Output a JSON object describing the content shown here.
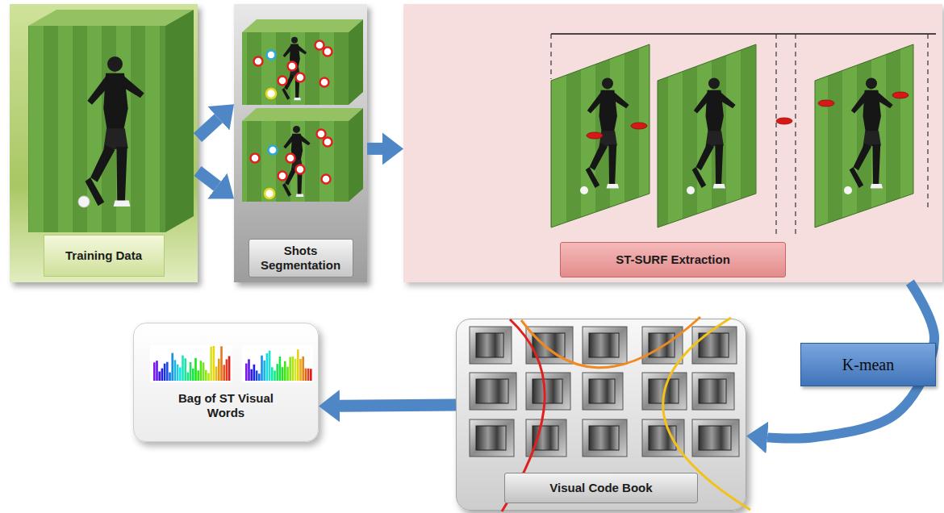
{
  "diagram": {
    "nodes": [
      {
        "text": [
          "Training Data"
        ]
      },
      {
        "text": [
          "Shots Segmentation"
        ]
      },
      {
        "text": [
          "ST-SURF Extraction"
        ]
      },
      {
        "text": [
          "Visual Code Book"
        ]
      },
      {
        "text": [
          "Bag of ST Visual Words"
        ]
      }
    ],
    "edges": [
      {
        "from": 0,
        "to": 1,
        "arrow": "to"
      },
      {
        "from": 0,
        "to": 1,
        "arrow": "to"
      },
      {
        "from": 1,
        "to": 2,
        "arrow": "to"
      },
      {
        "from": 2,
        "to": 3,
        "label": "K-mean",
        "arrow": "to"
      },
      {
        "from": 3,
        "to": 4,
        "arrow": "to"
      }
    ]
  }
}
